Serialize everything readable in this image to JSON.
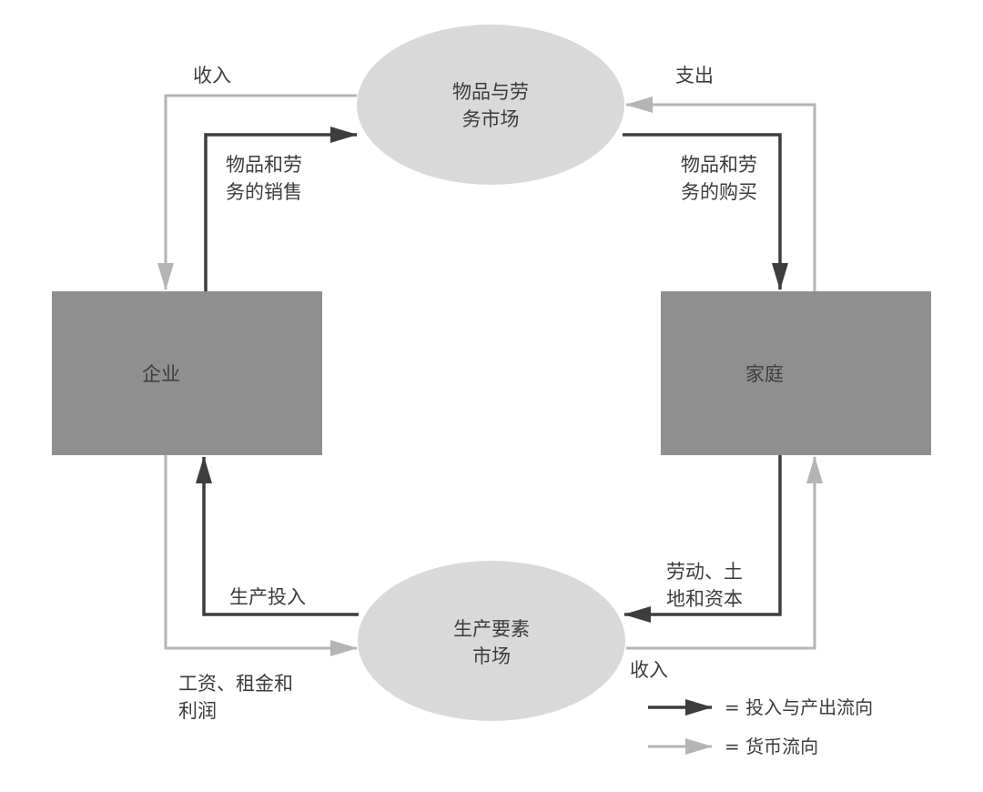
{
  "nodes": {
    "goods_market": {
      "line1": "物品与劳",
      "line2": "务市场"
    },
    "factor_market": {
      "line1": "生产要素",
      "line2": "市场"
    },
    "firms": {
      "label": "企业"
    },
    "households": {
      "label": "家庭"
    }
  },
  "flows": {
    "top_left_money": "收入",
    "top_right_money": "支出",
    "sales": {
      "line1": "物品和劳",
      "line2": "务的销售"
    },
    "purchases": {
      "line1": "物品和劳",
      "line2": "务的购买"
    },
    "inputs": "生产投入",
    "labor": {
      "line1": "劳动、土",
      "line2": "地和资本"
    },
    "wages": {
      "line1": "工资、租金和",
      "line2": "利润"
    },
    "bottom_right_money": "收入"
  },
  "legend": {
    "real_flow": "= 投入与产出流向",
    "money_flow": "= 货币流向"
  },
  "colors": {
    "real_flow": "#3d3d3d",
    "money_flow": "#b4b4b4",
    "box": "#8f8f8f",
    "ellipse": "#d9d9d9"
  }
}
